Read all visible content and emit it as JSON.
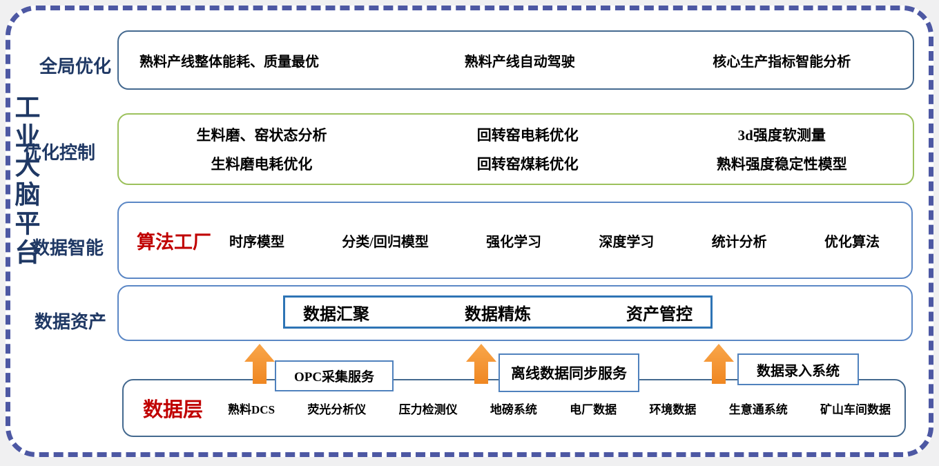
{
  "platform": {
    "title": "工业大脑平台"
  },
  "global_opt": {
    "label": "全局优化",
    "items": [
      "熟料产线整体能耗、质量最优",
      "熟料产线自动驾驶",
      "核心生产指标智能分析"
    ]
  },
  "opt_control": {
    "label": "优化控制",
    "row1": [
      "生料磨、窑状态分析",
      "回转窑电耗优化",
      "3d强度软测量"
    ],
    "row2": [
      "生料磨电耗优化",
      "回转窑煤耗优化",
      "熟料强度稳定性模型"
    ]
  },
  "data_intel": {
    "label": "数据智能",
    "factory": "算法工厂",
    "items": [
      "时序模型",
      "分类/回归模型",
      "强化学习",
      "深度学习",
      "统计分析",
      "优化算法"
    ]
  },
  "data_asset": {
    "label": "数据资产",
    "items": [
      "数据汇聚",
      "数据精炼",
      "资产管控"
    ]
  },
  "services": {
    "items": [
      "OPC采集服务",
      "离线数据同步服务",
      "数据录入系统"
    ]
  },
  "data_layer": {
    "label": "数据层",
    "items": [
      "熟料DCS",
      "荧光分析仪",
      "压力检测仪",
      "地磅系统",
      "电厂数据",
      "环境数据",
      "生意通系统",
      "矿山车间数据"
    ]
  },
  "colors": {
    "outer_dashed_border": "#4d58a3",
    "navy_label_text": "#1f3864",
    "red_accent_text": "#c00000",
    "global_box_border": "#44698f",
    "control_box_border": "#9cc15c",
    "intel_asset_box_border": "#5b87c5",
    "asset_inner_border": "#2e74b5",
    "service_box_border": "#4f81bd",
    "arrow_orange_top": "#f9a64a",
    "arrow_orange_bottom": "#ef8722"
  }
}
